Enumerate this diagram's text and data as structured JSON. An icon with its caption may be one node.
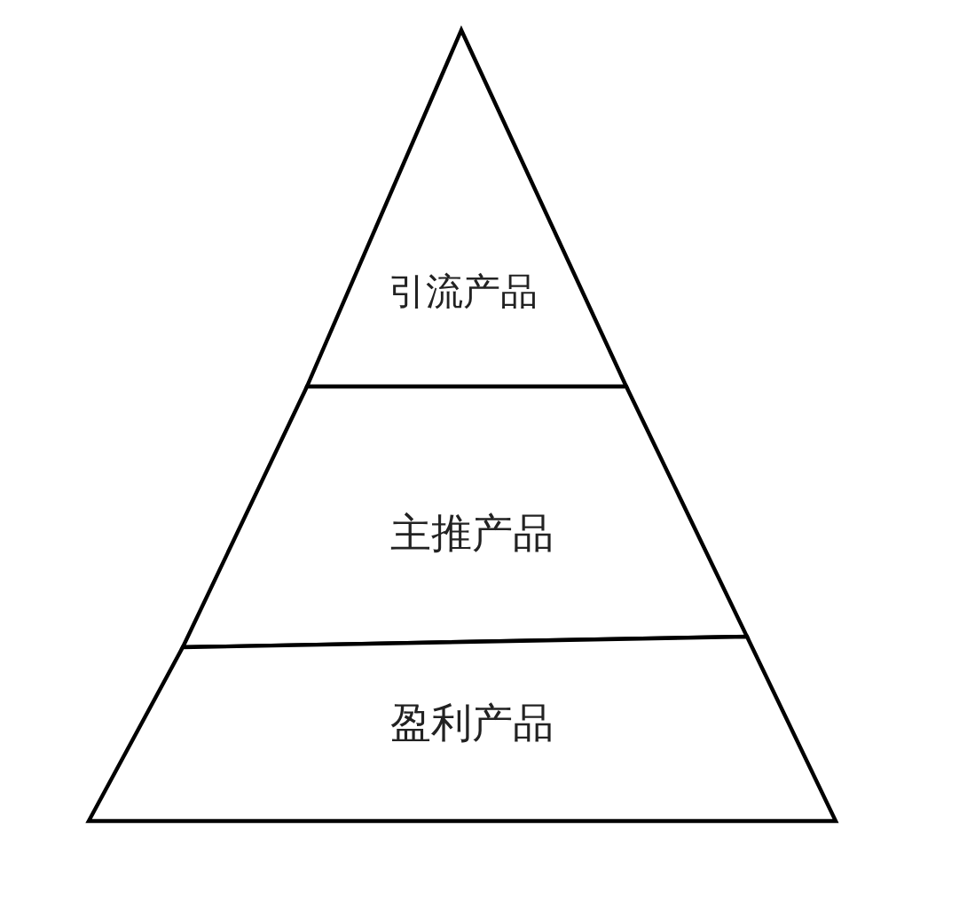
{
  "diagram": {
    "nodes": [
      {
        "text": [
          "引流产品"
        ]
      },
      {
        "text": [
          "主推产品"
        ]
      },
      {
        "text": [
          "盈利产品"
        ]
      }
    ]
  }
}
